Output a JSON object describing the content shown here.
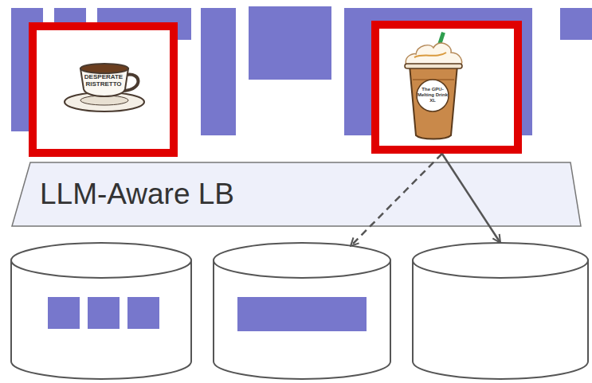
{
  "diagram": {
    "nodes": [
      {
        "text": [
          "DESPERATE RISTRETTO"
        ]
      },
      {
        "text": [
          "The GPU-Melting Drink XL"
        ]
      },
      {
        "text": [
          "LLM-Aware LB"
        ]
      },
      {
        "text": []
      },
      {
        "text": []
      },
      {
        "text": []
      }
    ],
    "edges": [
      {
        "from": 1,
        "to": 4,
        "arrow": "to"
      },
      {
        "from": 1,
        "to": 5,
        "arrow": "to"
      }
    ]
  }
}
